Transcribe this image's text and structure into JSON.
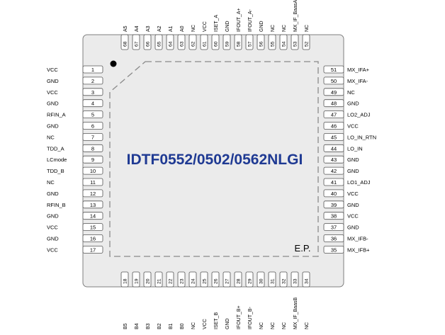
{
  "chip": {
    "title": "IDTF0552/0502/0562NLGI",
    "ep_label": "E.P.",
    "colors": {
      "body_fill": "#ebebeb",
      "body_stroke": "#7f7f7f",
      "title": "#1f3a93",
      "dash": "#8a8a8a",
      "text": "#000000",
      "pin_stroke": "#555555",
      "pin_fill": "#ffffff"
    }
  },
  "left_pins": [
    {
      "num": "1",
      "name": "VCC"
    },
    {
      "num": "2",
      "name": "GND"
    },
    {
      "num": "3",
      "name": "VCC"
    },
    {
      "num": "4",
      "name": "GND"
    },
    {
      "num": "5",
      "name": "RFIN_A"
    },
    {
      "num": "6",
      "name": "GND"
    },
    {
      "num": "7",
      "name": "NC"
    },
    {
      "num": "8",
      "name": "TDD_A"
    },
    {
      "num": "9",
      "name": "LCmode"
    },
    {
      "num": "10",
      "name": "TDD_B"
    },
    {
      "num": "11",
      "name": "NC"
    },
    {
      "num": "12",
      "name": "GND"
    },
    {
      "num": "13",
      "name": "RFIN_B"
    },
    {
      "num": "14",
      "name": "GND"
    },
    {
      "num": "15",
      "name": "VCC"
    },
    {
      "num": "16",
      "name": "GND"
    },
    {
      "num": "17",
      "name": "VCC"
    }
  ],
  "right_pins": [
    {
      "num": "51",
      "name": "MX_IFA+"
    },
    {
      "num": "50",
      "name": "MX_IFA-"
    },
    {
      "num": "49",
      "name": "NC"
    },
    {
      "num": "48",
      "name": "GND"
    },
    {
      "num": "47",
      "name": "LO2_ADJ"
    },
    {
      "num": "46",
      "name": "VCC"
    },
    {
      "num": "45",
      "name": "LO_IN_RTN"
    },
    {
      "num": "44",
      "name": "LO_IN"
    },
    {
      "num": "43",
      "name": "GND"
    },
    {
      "num": "42",
      "name": "GND"
    },
    {
      "num": "41",
      "name": "LO1_ADJ"
    },
    {
      "num": "40",
      "name": "VCC"
    },
    {
      "num": "39",
      "name": "GND"
    },
    {
      "num": "38",
      "name": "VCC"
    },
    {
      "num": "37",
      "name": "GND"
    },
    {
      "num": "36",
      "name": "MX_IFB-"
    },
    {
      "num": "35",
      "name": "MX_IFB+"
    }
  ],
  "top_pins": [
    {
      "num": "68",
      "name": "A5"
    },
    {
      "num": "67",
      "name": "A4"
    },
    {
      "num": "66",
      "name": "A3"
    },
    {
      "num": "65",
      "name": "A2"
    },
    {
      "num": "64",
      "name": "A1"
    },
    {
      "num": "63",
      "name": "A0"
    },
    {
      "num": "62",
      "name": "NC"
    },
    {
      "num": "61",
      "name": "VCC"
    },
    {
      "num": "60",
      "name": "ISET_A"
    },
    {
      "num": "59",
      "name": "GND"
    },
    {
      "num": "58",
      "name": "IFOUT_A+"
    },
    {
      "num": "57",
      "name": "IFOUT_A-"
    },
    {
      "num": "56",
      "name": "GND"
    },
    {
      "num": "55",
      "name": "NC"
    },
    {
      "num": "54",
      "name": "NC"
    },
    {
      "num": "53",
      "name": "MX_IF_BaasA"
    },
    {
      "num": "52",
      "name": "NC"
    }
  ],
  "bottom_pins": [
    {
      "num": "18",
      "name": "B5"
    },
    {
      "num": "19",
      "name": "B4"
    },
    {
      "num": "20",
      "name": "B3"
    },
    {
      "num": "21",
      "name": "B2"
    },
    {
      "num": "22",
      "name": "B1"
    },
    {
      "num": "23",
      "name": "B0"
    },
    {
      "num": "24",
      "name": "NC"
    },
    {
      "num": "25",
      "name": "VCC"
    },
    {
      "num": "26",
      "name": "ISET_B"
    },
    {
      "num": "27",
      "name": "GND"
    },
    {
      "num": "28",
      "name": "IFOUT_B+"
    },
    {
      "num": "29",
      "name": "IFOUT_B-"
    },
    {
      "num": "30",
      "name": "NC"
    },
    {
      "num": "31",
      "name": "NC"
    },
    {
      "num": "32",
      "name": "NC"
    },
    {
      "num": "33",
      "name": "MX_IF_BaasB"
    },
    {
      "num": "34",
      "name": "NC"
    }
  ]
}
